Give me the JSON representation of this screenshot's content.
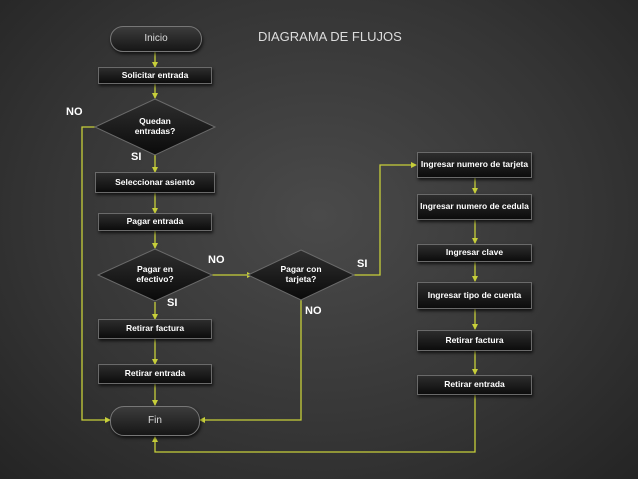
{
  "title": "DIAGRAMA DE FLUJOS",
  "colors": {
    "connector": "#c7cf3a",
    "node_fill": "#141414",
    "text": "#ffffff"
  },
  "nodes": {
    "inicio": "Inicio",
    "solicitar": "Solicitar entrada",
    "quedan": "Quedan entradas?",
    "seleccionar": "Seleccionar asiento",
    "pagar": "Pagar entrada",
    "efectivo": "Pagar en efectivo?",
    "retirar_factura": "Retirar factura",
    "retirar_entrada": "Retirar entrada",
    "fin": "Fin",
    "tarjeta": "Pagar con tarjeta?",
    "ingresar_tarjeta": "Ingresar numero de tarjeta",
    "ingresar_cedula": "Ingresar numero de cedula",
    "ingresar_clave": "Ingresar clave",
    "ingresar_tipo": "Ingresar tipo de cuenta",
    "retirar_factura2": "Retirar factura",
    "retirar_entrada2": "Retirar entrada"
  },
  "labels": {
    "no_quedan": "NO",
    "si_quedan": "SI",
    "no_efectivo": "NO",
    "si_efectivo": "SI",
    "si_tarjeta": "SI",
    "no_tarjeta": "NO"
  }
}
